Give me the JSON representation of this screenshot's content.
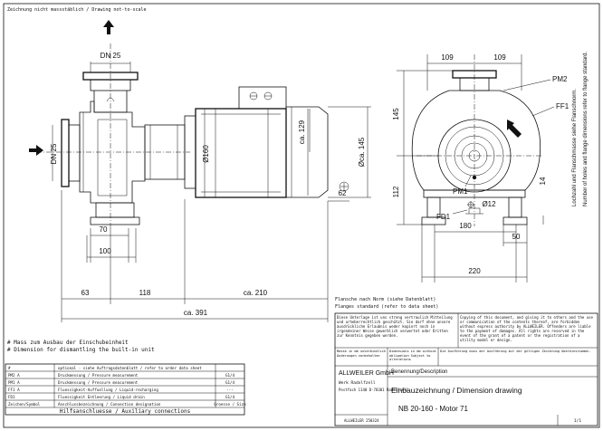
{
  "header": {
    "note": "Zeichnung nicht massstäblich / Drawing not-to-scale"
  },
  "side_view": {
    "dn_top": "DN 25",
    "dn_left": "DN 25",
    "dim_70": "70",
    "dim_100": "100",
    "dim_63": "63",
    "dim_118": "118",
    "dim_ca210": "ca. 210",
    "dim_ca391": "ca. 391",
    "dim_160": "Ø160",
    "dim_129": "ca. 129",
    "dim_ca145": "Øca. 145",
    "dim_62": "62"
  },
  "front_view": {
    "dim_109_left": "109",
    "dim_109_right": "109",
    "dim_145": "145",
    "dim_112": "112",
    "dim_12": "Ø12",
    "dim_180": "180",
    "dim_50": "50",
    "dim_14": "14",
    "dim_220": "220",
    "pm2": "PM2",
    "ff1": "FF1",
    "pm1": "PM1",
    "fd1": "FD1",
    "side_note_1": "Lochzahl und Flanschmasse siehe Flanschnorm.",
    "side_note_2": "Number of holes and flange dimensions refer to flange standard."
  },
  "notes": {
    "flange_de": "Flansche nach Norm (siehe Datenblatt)",
    "flange_en": "Flanges standard (refer to data sheet)",
    "mass_de": "# Mass zum Ausbau der Einschubeinheit",
    "mass_en": "# Dimension for dismantling the built-in unit"
  },
  "legend": {
    "rows": [
      {
        "code": "#",
        "desc": "optional - siehe Auftragsdatenblatt / refer to order data sheet",
        "size": ""
      },
      {
        "code": "PM2 A",
        "desc": "Druckmessung / Pressure measurement",
        "size": "G1/4"
      },
      {
        "code": "PM1 A",
        "desc": "Druckmessung / Pressure measurement",
        "size": "G1/4"
      },
      {
        "code": "FF1 A",
        "desc": "Fluessigkeit-Auffuellung / Liquid-recharging",
        "size": "---"
      },
      {
        "code": "FD1",
        "desc": "Fluessigkeit Entleerung / Liquid drain",
        "size": "G1/4"
      },
      {
        "code": "Zeichen/Symbol",
        "desc": "Anschlussbezeichnung / Connection designation",
        "size": "Groesse / Size"
      }
    ],
    "footer": "Hilfsanschluesse / Auxiliary connections"
  },
  "title_block": {
    "note_a": "Masse in mm unverbindlich Änderungen vorbehalten",
    "note_b": "Dimensions in mm without obligation Subject to alterations",
    "note_c": "Die Ausführung muss der Ausführung mit der gültigen Zeichnung übereinstimmen.",
    "copyright_de": "Diese Unterlage ist uns streng vertraulich Mitteilung und urheberrechtlich geschützt. Sie darf ohne unsere ausdrückliche Erlaubnis weder kopiert noch in irgendeiner Weise gewerblich verwertet oder Dritten zur Kenntnis gegeben werden.",
    "copyright_en": "Copying of this document, and giving it to others and the use or communication of the contents thereof, are forbidden without express authority by ALLWEILER. Offenders are liable to the payment of damages. All rights are reserved in the event of the grant of a patent or the registration of a utility model or design.",
    "company": "ALLWEILER GmbH",
    "works": "Werk Radolfzell",
    "address": "Postfach 1140 D-78301 Radolfzell",
    "drawing_no": "ALLWEILER 250324",
    "sheet": "1/1",
    "designation_label": "Benennung/Description",
    "designation": "Einbauzeichnung / Dimension drawing",
    "model": "NB 20-160 - Motor 71"
  }
}
